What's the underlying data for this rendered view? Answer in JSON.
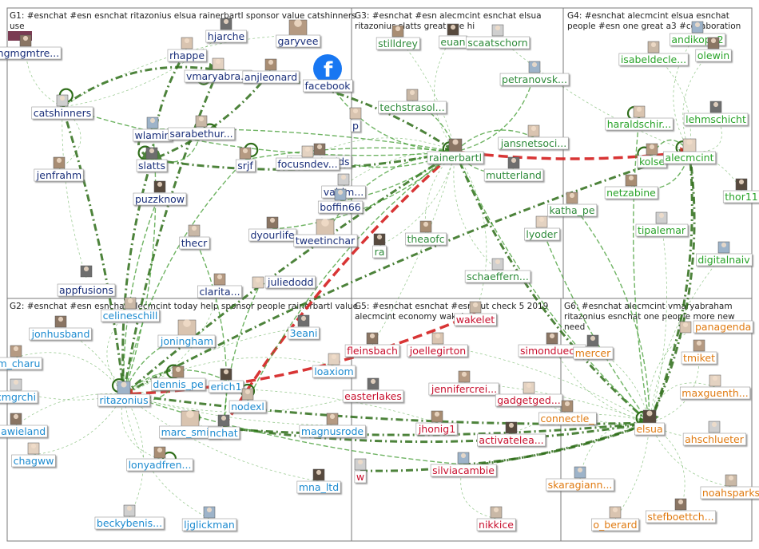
{
  "colors": {
    "g1": "#1a2f7a",
    "g2": "#1d8bd0",
    "g3": "#2e8b3a",
    "g4": "#29a329",
    "g5": "#c8102e",
    "g6": "#e07b12",
    "edge": "#3e9a2e",
    "edge_strong": "#2f6e1a",
    "edge_red": "#d42020",
    "border": "#7a7a7a",
    "facebook": "#1877f2"
  },
  "groups": [
    {
      "id": "G1",
      "title": "G1: #esnchat #esn esnchat ritazonius elsua rainerbartl sponsor value catshinners",
      "title2": "use"
    },
    {
      "id": "G2",
      "title": "G2: #esnchat #esn esnchat alecmcint today help sponsor people rainerbartl value",
      "title2": ""
    },
    {
      "id": "G3",
      "title": "G3: #esnchat #esn alecmcint esnchat elsua",
      "title2": "ritazonius slatts great one hi"
    },
    {
      "id": "G4",
      "title": "G4: #esnchat alecmcint elsua esnchat",
      "title2": "people #esn one great a3 #collaboration"
    },
    {
      "id": "G5",
      "title": "G5: #esnchat esnchat #esn out check 5 2019",
      "title2": "alecmcint economy wakelet"
    },
    {
      "id": "G6",
      "title": "G6: #esnchat alecmcint vmaryabraham",
      "title2": "ritazonius esnchat one people more new",
      "title3": "need"
    }
  ],
  "nodes": [
    {
      "id": "use",
      "label": "",
      "g": "g1"
    },
    {
      "id": "chgmgmtre",
      "label": "chgmgmtre...",
      "g": "g1"
    },
    {
      "id": "rhappe",
      "label": "rhappe",
      "g": "g1"
    },
    {
      "id": "hjarche",
      "label": "hjarche",
      "g": "g1"
    },
    {
      "id": "garyvee",
      "label": "garyvee",
      "g": "g1"
    },
    {
      "id": "vmaryabra",
      "label": "vmaryabra...",
      "g": "g1"
    },
    {
      "id": "anjleonard",
      "label": "anjleonard",
      "g": "g1"
    },
    {
      "id": "facebook",
      "label": "facebook",
      "g": "g1",
      "icon": "facebook-icon"
    },
    {
      "id": "catshinners",
      "label": "catshinners",
      "g": "g1"
    },
    {
      "id": "wlamin",
      "label": "wlamin",
      "g": "g1"
    },
    {
      "id": "sarabethur",
      "label": "sarabethur...",
      "g": "g1"
    },
    {
      "id": "jaynedavids",
      "label": "jaynedavids",
      "g": "g1"
    },
    {
      "id": "p",
      "label": "p",
      "g": "g1"
    },
    {
      "id": "slatts",
      "label": "slatts",
      "g": "g1"
    },
    {
      "id": "srjf",
      "label": "srjf",
      "g": "g1"
    },
    {
      "id": "focusndev",
      "label": "focusndev...",
      "g": "g1"
    },
    {
      "id": "jenfrahm",
      "label": "jenfrahm",
      "g": "g1"
    },
    {
      "id": "puzzknow",
      "label": "puzzknow",
      "g": "g1"
    },
    {
      "id": "valdm",
      "label": "valdm...",
      "g": "g1"
    },
    {
      "id": "boffin66",
      "label": "boffin66",
      "g": "g1"
    },
    {
      "id": "thecr",
      "label": "thecr",
      "g": "g1"
    },
    {
      "id": "dyourlife",
      "label": "dyourlife",
      "g": "g1"
    },
    {
      "id": "tweetinchar",
      "label": "tweetinchar",
      "g": "g1"
    },
    {
      "id": "appfusions",
      "label": "appfusions",
      "g": "g1"
    },
    {
      "id": "clarita",
      "label": "clarita...",
      "g": "g1"
    },
    {
      "id": "juliedodd",
      "label": "juliedodd",
      "g": "g1"
    },
    {
      "id": "stilldrey",
      "label": "stilldrey",
      "g": "g3"
    },
    {
      "id": "euan",
      "label": "euan",
      "g": "g3"
    },
    {
      "id": "scaatschorn",
      "label": "scaatschorn",
      "g": "g3"
    },
    {
      "id": "petranovsk",
      "label": "petranovsk...",
      "g": "g3"
    },
    {
      "id": "techstrasol",
      "label": "techstrasol...",
      "g": "g3"
    },
    {
      "id": "rainerbartl",
      "label": "rainerbartl",
      "g": "g3"
    },
    {
      "id": "jansnetsoci",
      "label": "jansnetsoci...",
      "g": "g3"
    },
    {
      "id": "mutterland",
      "label": "mutterland",
      "g": "g3"
    },
    {
      "id": "katha_pe",
      "label": "katha_pe",
      "g": "g3"
    },
    {
      "id": "lyoder",
      "label": "lyoder",
      "g": "g3"
    },
    {
      "id": "theaofc",
      "label": "theaofc",
      "g": "g3"
    },
    {
      "id": "ra",
      "label": "ra",
      "g": "g3"
    },
    {
      "id": "schaeffern",
      "label": "schaeffern...",
      "g": "g3"
    },
    {
      "id": "andikopp",
      "label": "andikopp2",
      "g": "g4"
    },
    {
      "id": "isabeldecle",
      "label": "isabeldecle...",
      "g": "g4"
    },
    {
      "id": "olewin",
      "label": "olewin",
      "g": "g4"
    },
    {
      "id": "haraldschir",
      "label": "haraldschir...",
      "g": "g4"
    },
    {
      "id": "lehmschicht",
      "label": "lehmschicht",
      "g": "g4"
    },
    {
      "id": "kolse",
      "label": "kolse",
      "g": "g4"
    },
    {
      "id": "alecmcint",
      "label": "alecmcint",
      "g": "g4"
    },
    {
      "id": "netzabine",
      "label": "netzabine",
      "g": "g4"
    },
    {
      "id": "thor11",
      "label": "thor11",
      "g": "g4"
    },
    {
      "id": "tipalemar",
      "label": "tipalemar",
      "g": "g4"
    },
    {
      "id": "digitalnaiv",
      "label": "digitalnaiv",
      "g": "g4"
    },
    {
      "id": "celineschill",
      "label": "celineschill",
      "g": "g2"
    },
    {
      "id": "jonhusband",
      "label": "jonhusband",
      "g": "g2"
    },
    {
      "id": "joningham",
      "label": "joningham",
      "g": "g2"
    },
    {
      "id": "3eani",
      "label": "3eani",
      "g": "g2"
    },
    {
      "id": "cm_charu",
      "label": "cm_charu",
      "g": "g2"
    },
    {
      "id": "loaxiom",
      "label": "loaxiom",
      "g": "g2"
    },
    {
      "id": "dennis_pe",
      "label": "dennis_pe",
      "g": "g2"
    },
    {
      "id": "erich1",
      "label": "erich1",
      "g": "g2"
    },
    {
      "id": "cmgrchi",
      "label": "cmgrchi",
      "g": "g2"
    },
    {
      "id": "ritazonius",
      "label": "ritazonius",
      "g": "g2"
    },
    {
      "id": "nodexl",
      "label": "nodexl",
      "g": "g2"
    },
    {
      "id": "juliawieland",
      "label": "juliawieland",
      "g": "g2"
    },
    {
      "id": "marc_smith",
      "label": "marc_smith",
      "g": "g2"
    },
    {
      "id": "nchat",
      "label": "nchat",
      "g": "g2"
    },
    {
      "id": "magnusrode",
      "label": "magnusrode",
      "g": "g2"
    },
    {
      "id": "chagww",
      "label": "chagww",
      "g": "g2"
    },
    {
      "id": "lonyadfren",
      "label": "lonyadfren...",
      "g": "g2"
    },
    {
      "id": "mna_ltd",
      "label": "mna_ltd",
      "g": "g2"
    },
    {
      "id": "beckybenis",
      "label": "beckybenis...",
      "g": "g2"
    },
    {
      "id": "ljglickman",
      "label": "ljglickman",
      "g": "g2"
    },
    {
      "id": "wakelet",
      "label": "wakelet",
      "g": "g5"
    },
    {
      "id": "fleinsbach",
      "label": "fleinsbach",
      "g": "g5"
    },
    {
      "id": "joellegirton",
      "label": "joellegirton",
      "g": "g5"
    },
    {
      "id": "easterlakes",
      "label": "easterlakes",
      "g": "g5"
    },
    {
      "id": "jennifercrei",
      "label": "jennifercrei...",
      "g": "g5"
    },
    {
      "id": "gadgetged",
      "label": "gadgetged...",
      "g": "g5"
    },
    {
      "id": "jhonig1",
      "label": "jhonig1",
      "g": "g5"
    },
    {
      "id": "activatelea",
      "label": "activatelea...",
      "g": "g5"
    },
    {
      "id": "w",
      "label": "w",
      "g": "g5"
    },
    {
      "id": "silviacambie",
      "label": "silviacambie",
      "g": "g5"
    },
    {
      "id": "nikkice",
      "label": "nikkice",
      "g": "g5"
    },
    {
      "id": "simonduec",
      "label": "simonduec...",
      "g": "g5"
    },
    {
      "id": "panagenda",
      "label": "panagenda",
      "g": "g6"
    },
    {
      "id": "mercer",
      "label": "mercer",
      "g": "g6"
    },
    {
      "id": "tmiket",
      "label": "tmiket",
      "g": "g6"
    },
    {
      "id": "maxguenth",
      "label": "maxguenth...",
      "g": "g6"
    },
    {
      "id": "connectle",
      "label": "connectle_",
      "g": "g6"
    },
    {
      "id": "elsua",
      "label": "elsua",
      "g": "g6"
    },
    {
      "id": "ahschlueter",
      "label": "ahschlueter",
      "g": "g6"
    },
    {
      "id": "skaragiann",
      "label": "skaragiann...",
      "g": "g6"
    },
    {
      "id": "noahsparks",
      "label": "noahsparks",
      "g": "g6"
    },
    {
      "id": "stefboettch",
      "label": "stefboettch...",
      "g": "g6"
    },
    {
      "id": "o_berard",
      "label": "o_berard",
      "g": "g6"
    }
  ]
}
